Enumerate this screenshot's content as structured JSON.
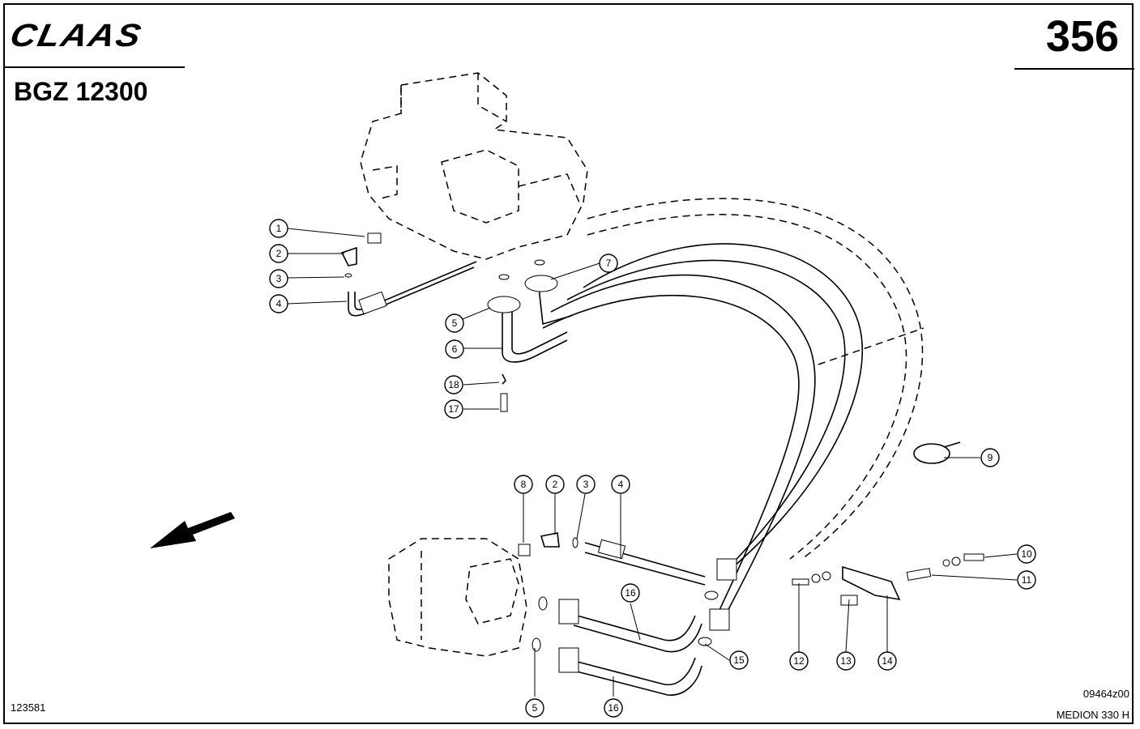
{
  "header": {
    "brand": "CLAAS",
    "page_number": "356",
    "model_code": "BGZ 12300"
  },
  "footer": {
    "left_ref": "123581",
    "right_ref": "09464z00",
    "model_name": "MEDION 330 H"
  },
  "callouts": [
    {
      "id": "c1",
      "label": "1"
    },
    {
      "id": "c2",
      "label": "2"
    },
    {
      "id": "c3",
      "label": "3"
    },
    {
      "id": "c4",
      "label": "4"
    },
    {
      "id": "c5",
      "label": "5"
    },
    {
      "id": "c6",
      "label": "6"
    },
    {
      "id": "c7",
      "label": "7"
    },
    {
      "id": "c18",
      "label": "18"
    },
    {
      "id": "c17",
      "label": "17"
    },
    {
      "id": "c9",
      "label": "9"
    },
    {
      "id": "c8b",
      "label": "8"
    },
    {
      "id": "c2b",
      "label": "2"
    },
    {
      "id": "c3b",
      "label": "3"
    },
    {
      "id": "c4b",
      "label": "4"
    },
    {
      "id": "c10",
      "label": "10"
    },
    {
      "id": "c11",
      "label": "11"
    },
    {
      "id": "c16a",
      "label": "16"
    },
    {
      "id": "c15",
      "label": "15"
    },
    {
      "id": "c12",
      "label": "12"
    },
    {
      "id": "c13",
      "label": "13"
    },
    {
      "id": "c14",
      "label": "14"
    },
    {
      "id": "c5b",
      "label": "5"
    },
    {
      "id": "c16b",
      "label": "16"
    }
  ]
}
